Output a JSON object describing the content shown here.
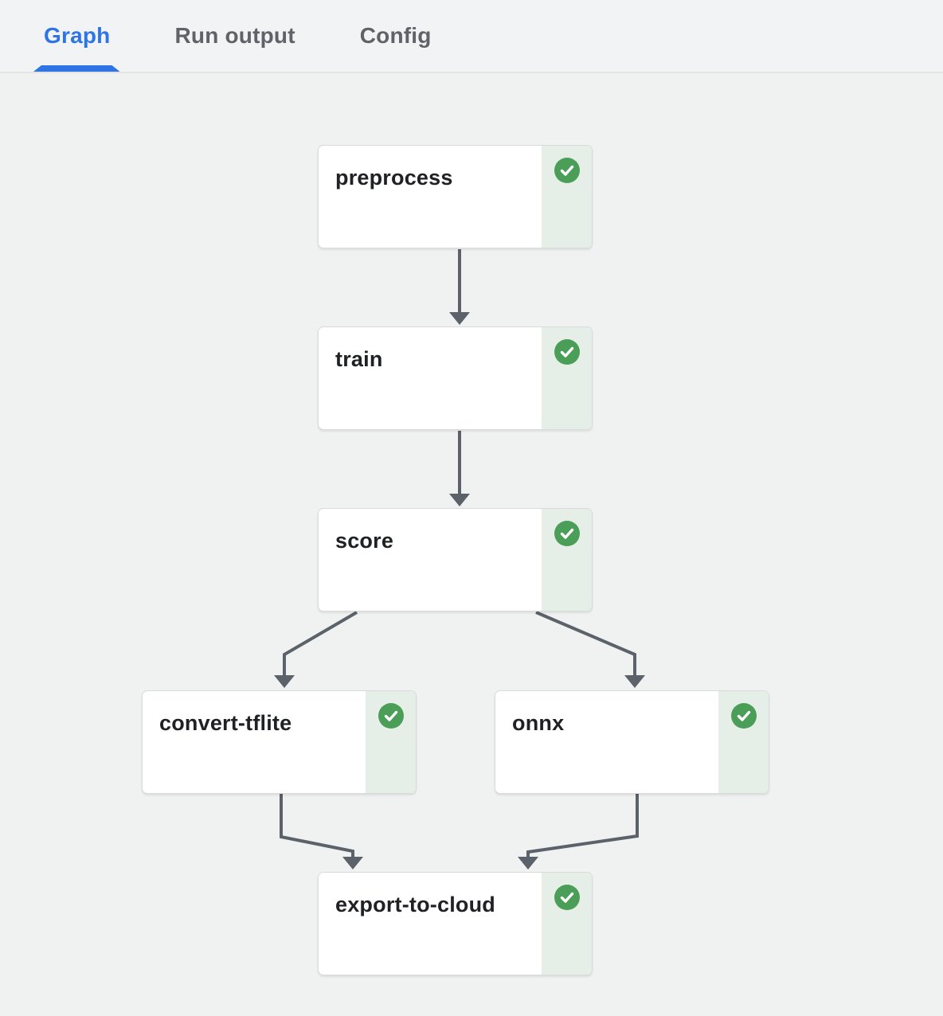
{
  "tabs": {
    "items": [
      {
        "label": "Graph",
        "active": true
      },
      {
        "label": "Run output",
        "active": false
      },
      {
        "label": "Config",
        "active": false
      }
    ]
  },
  "pipeline": {
    "nodes": [
      {
        "id": "preprocess",
        "label": "preprocess",
        "status": "succeeded",
        "icon": "check-circle-icon"
      },
      {
        "id": "train",
        "label": "train",
        "status": "succeeded",
        "icon": "check-circle-icon"
      },
      {
        "id": "score",
        "label": "score",
        "status": "succeeded",
        "icon": "check-circle-icon"
      },
      {
        "id": "convert-tflite",
        "label": "convert-tflite",
        "status": "succeeded",
        "icon": "check-circle-icon"
      },
      {
        "id": "onnx",
        "label": "onnx",
        "status": "succeeded",
        "icon": "check-circle-icon"
      },
      {
        "id": "export-to-cloud",
        "label": "export-to-cloud",
        "status": "succeeded",
        "icon": "check-circle-icon"
      }
    ],
    "edges": [
      {
        "from": "preprocess",
        "to": "train"
      },
      {
        "from": "train",
        "to": "score"
      },
      {
        "from": "score",
        "to": "convert-tflite"
      },
      {
        "from": "score",
        "to": "onnx"
      },
      {
        "from": "convert-tflite",
        "to": "export-to-cloud"
      },
      {
        "from": "onnx",
        "to": "export-to-cloud"
      }
    ]
  },
  "colors": {
    "active_tab_blue": "#2f74e5",
    "inactive_tab_gray": "#5f6368",
    "success_green": "#4a9e58",
    "status_strip_green": "#e6efe7",
    "edge_gray": "#5b6269",
    "canvas_background": "#f0f1f1",
    "node_background": "#ffffff"
  }
}
